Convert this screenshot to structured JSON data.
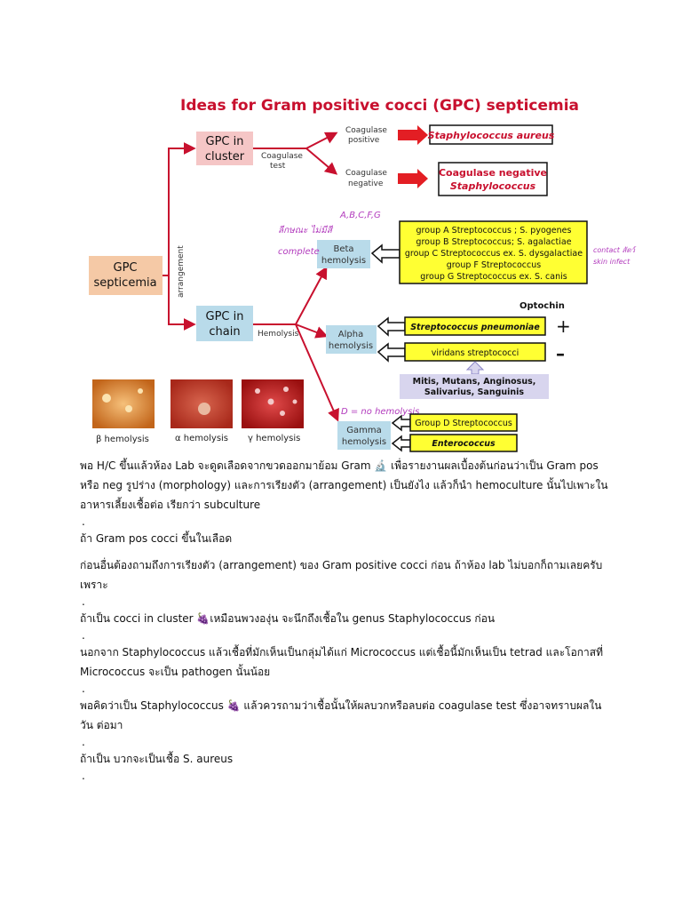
{
  "diagram": {
    "title": "Ideas for Gram positive cocci (GPC) septicemia",
    "root": [
      "GPC",
      "septicemia"
    ],
    "arrangement_label": "arrangement",
    "cluster": [
      "GPC in",
      "cluster"
    ],
    "chain": [
      "GPC in",
      "chain"
    ],
    "coagulase_test": [
      "Coagulase",
      "test"
    ],
    "coag_pos": [
      "Coagulase",
      "positive"
    ],
    "coag_neg": [
      "Coagulase",
      "negative"
    ],
    "staph_aureus": "Staphylococcus aureus",
    "cons": [
      "Coagulase negative",
      "Staphylococcus"
    ],
    "hemolysis_label": "Hemolysis",
    "beta": [
      "Beta",
      "hemolysis"
    ],
    "alpha": [
      "Alpha",
      "hemolysis"
    ],
    "gamma": [
      "Gamma",
      "hemolysis"
    ],
    "beta_groups": [
      "group A Streptococcus ; S. pyogenes",
      "group B Streptococcus; S. agalactiae",
      "group C Streptococcus ex. S. dysgalactiae",
      "group F Streptococcus",
      "group G Streptococcus ex. S. canis"
    ],
    "optochin": "Optochin",
    "plus": "+",
    "minus": "–",
    "strep_pneumo": "Streptococcus pneumoniae",
    "viridans": "viridans streptococci",
    "viridans_members": [
      "Mitis, Mutans, Anginosus,",
      "Salivarius, Sanguinis"
    ],
    "group_d": "Group D Streptococcus",
    "enterococcus": "Enterococcus",
    "hand_notes": {
      "beta_top": "A,B,C,F,G",
      "beta_left1": "ลีกษณะ ไม่มีสี",
      "beta_left2": "complete",
      "beta_right1": "contact สัตว์",
      "beta_right2": "skin infect",
      "gamma_note": "D = no hemolysis"
    },
    "thumbs": [
      "β hemolysis",
      "α hemolysis",
      "γ hemolysis"
    ],
    "colors": {
      "red": "#c8102e",
      "pink": "#f5c6c6",
      "orange": "#f5c9a6",
      "blue": "#b9dbea",
      "yellow": "#ffff33",
      "lavender": "#d8d5ee"
    }
  },
  "article": {
    "paragraphs": [
      "พอ H/C ขึ้นแล้วห้อง Lab จะดูดเลือดจากขวดออกมาย้อม Gram 🔬 เพื่อรายงานผลเบื้องต้นก่อนว่าเป็น Gram pos หรือ neg รูปร่าง (morphology) และการเรียงตัว (arrangement) เป็นยังไง แล้วก็นำ hemoculture นั้นไปเพาะใน อาหารเลี้ยงเชื้อต่อ เรียกว่า subculture",
      "ถ้า Gram pos cocci ขึ้นในเลือด",
      "ก่อนอื่นต้องถามถึงการเรียงตัว (arrangement) ของ Gram positive cocci ก่อน ถ้าห้อง lab ไม่บอกก็ถามเลยครับ เพราะ",
      "ถ้าเป็น cocci in cluster 🍇เหมือนพวงองุ่น จะนึกถึงเชื้อใน genus Staphylococcus ก่อน",
      "นอกจาก Staphylococcus แล้วเชื้อที่มักเห็นเป็นกลุ่มได้แก่ Micrococcus แต่เชื้อนี้มักเห็นเป็น tetrad และโอกาสที่ Micrococcus จะเป็น pathogen นั้นน้อย",
      "พอคิดว่าเป็น Staphylococcus 🍇 แล้วควรถามว่าเชื้อนั้นให้ผลบวกหรือลบต่อ coagulase test ซึ่งอาจทราบผลในวัน ต่อมา",
      "ถ้าเป็น บวกจะเป็นเชื้อ S. aureus"
    ],
    "separator": "."
  }
}
